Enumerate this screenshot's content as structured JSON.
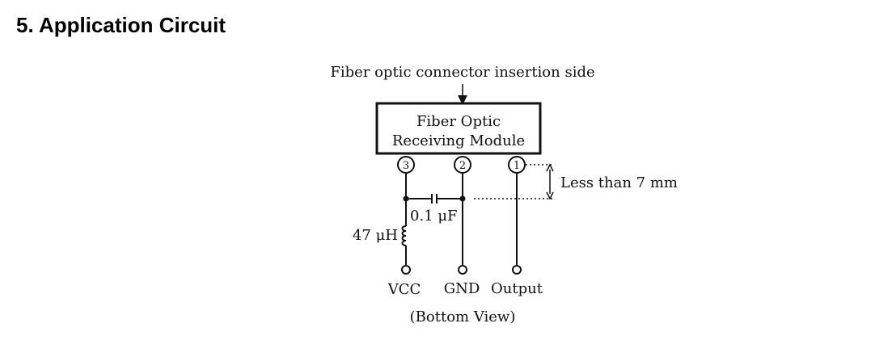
{
  "heading": "5. Application Circuit",
  "diagram": {
    "top_label": "Fiber optic connector insertion side",
    "module": {
      "line1": "Fiber Optic",
      "line2": "Receiving Module"
    },
    "pins": [
      {
        "number": "3"
      },
      {
        "number": "2"
      },
      {
        "number": "1"
      }
    ],
    "dimension_label": "Less than 7 mm",
    "capacitor_label": "0.1 μF",
    "inductor_label": "47 μH",
    "terminals": [
      {
        "label": "VCC"
      },
      {
        "label": "GND"
      },
      {
        "label": "Output"
      }
    ],
    "view_label": "(Bottom View)"
  }
}
